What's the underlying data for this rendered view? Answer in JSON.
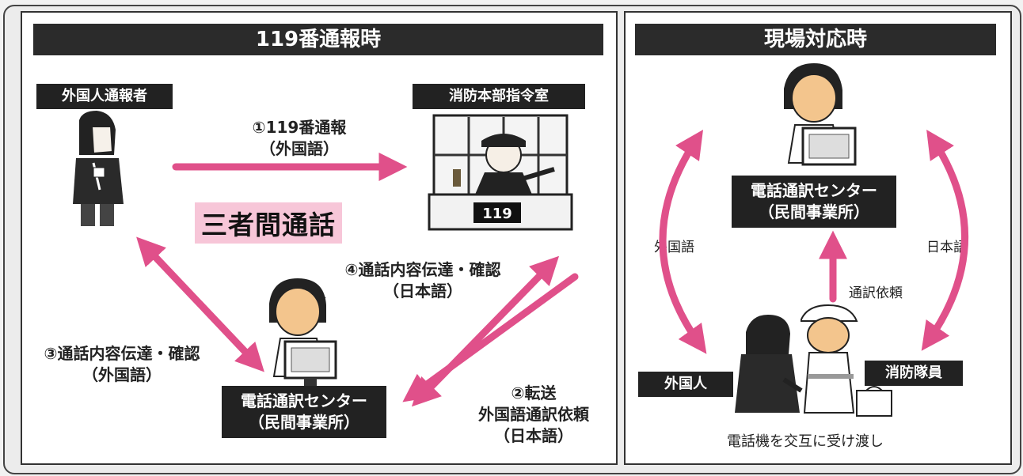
{
  "left_panel": {
    "title": "119番通報時",
    "caller_label": "外国人通報者",
    "dispatch_label": "消防本部指令室",
    "desk_number": "119",
    "three_way_label": "三者間通話",
    "step1": {
      "line1": "①119番通報",
      "line2": "（外国語）"
    },
    "step2": {
      "line1": "②転送",
      "line2": "外国語通訳依頼",
      "line3": "（日本語）"
    },
    "step3": {
      "line1": "③通話内容伝達・確認",
      "line2": "（外国語）"
    },
    "step4": {
      "line1": "④通話内容伝達・確認",
      "line2": "（日本語）"
    },
    "center": {
      "line1": "電話通訳センター",
      "line2": "（民間事業所）"
    }
  },
  "right_panel": {
    "title": "現場対応時",
    "center": {
      "line1": "電話通訳センター",
      "line2": "（民間事業所）"
    },
    "foreign_lang": "外国語",
    "japanese_lang": "日本語",
    "request_label": "通訳依頼",
    "foreigner_label": "外国人",
    "firefighter_label": "消防隊員",
    "handover_caption": "電話機を交互に受け渡し"
  },
  "colors": {
    "arrow": "#e0508a",
    "highlight": "#f7c6d8",
    "label_bg": "#222222"
  }
}
